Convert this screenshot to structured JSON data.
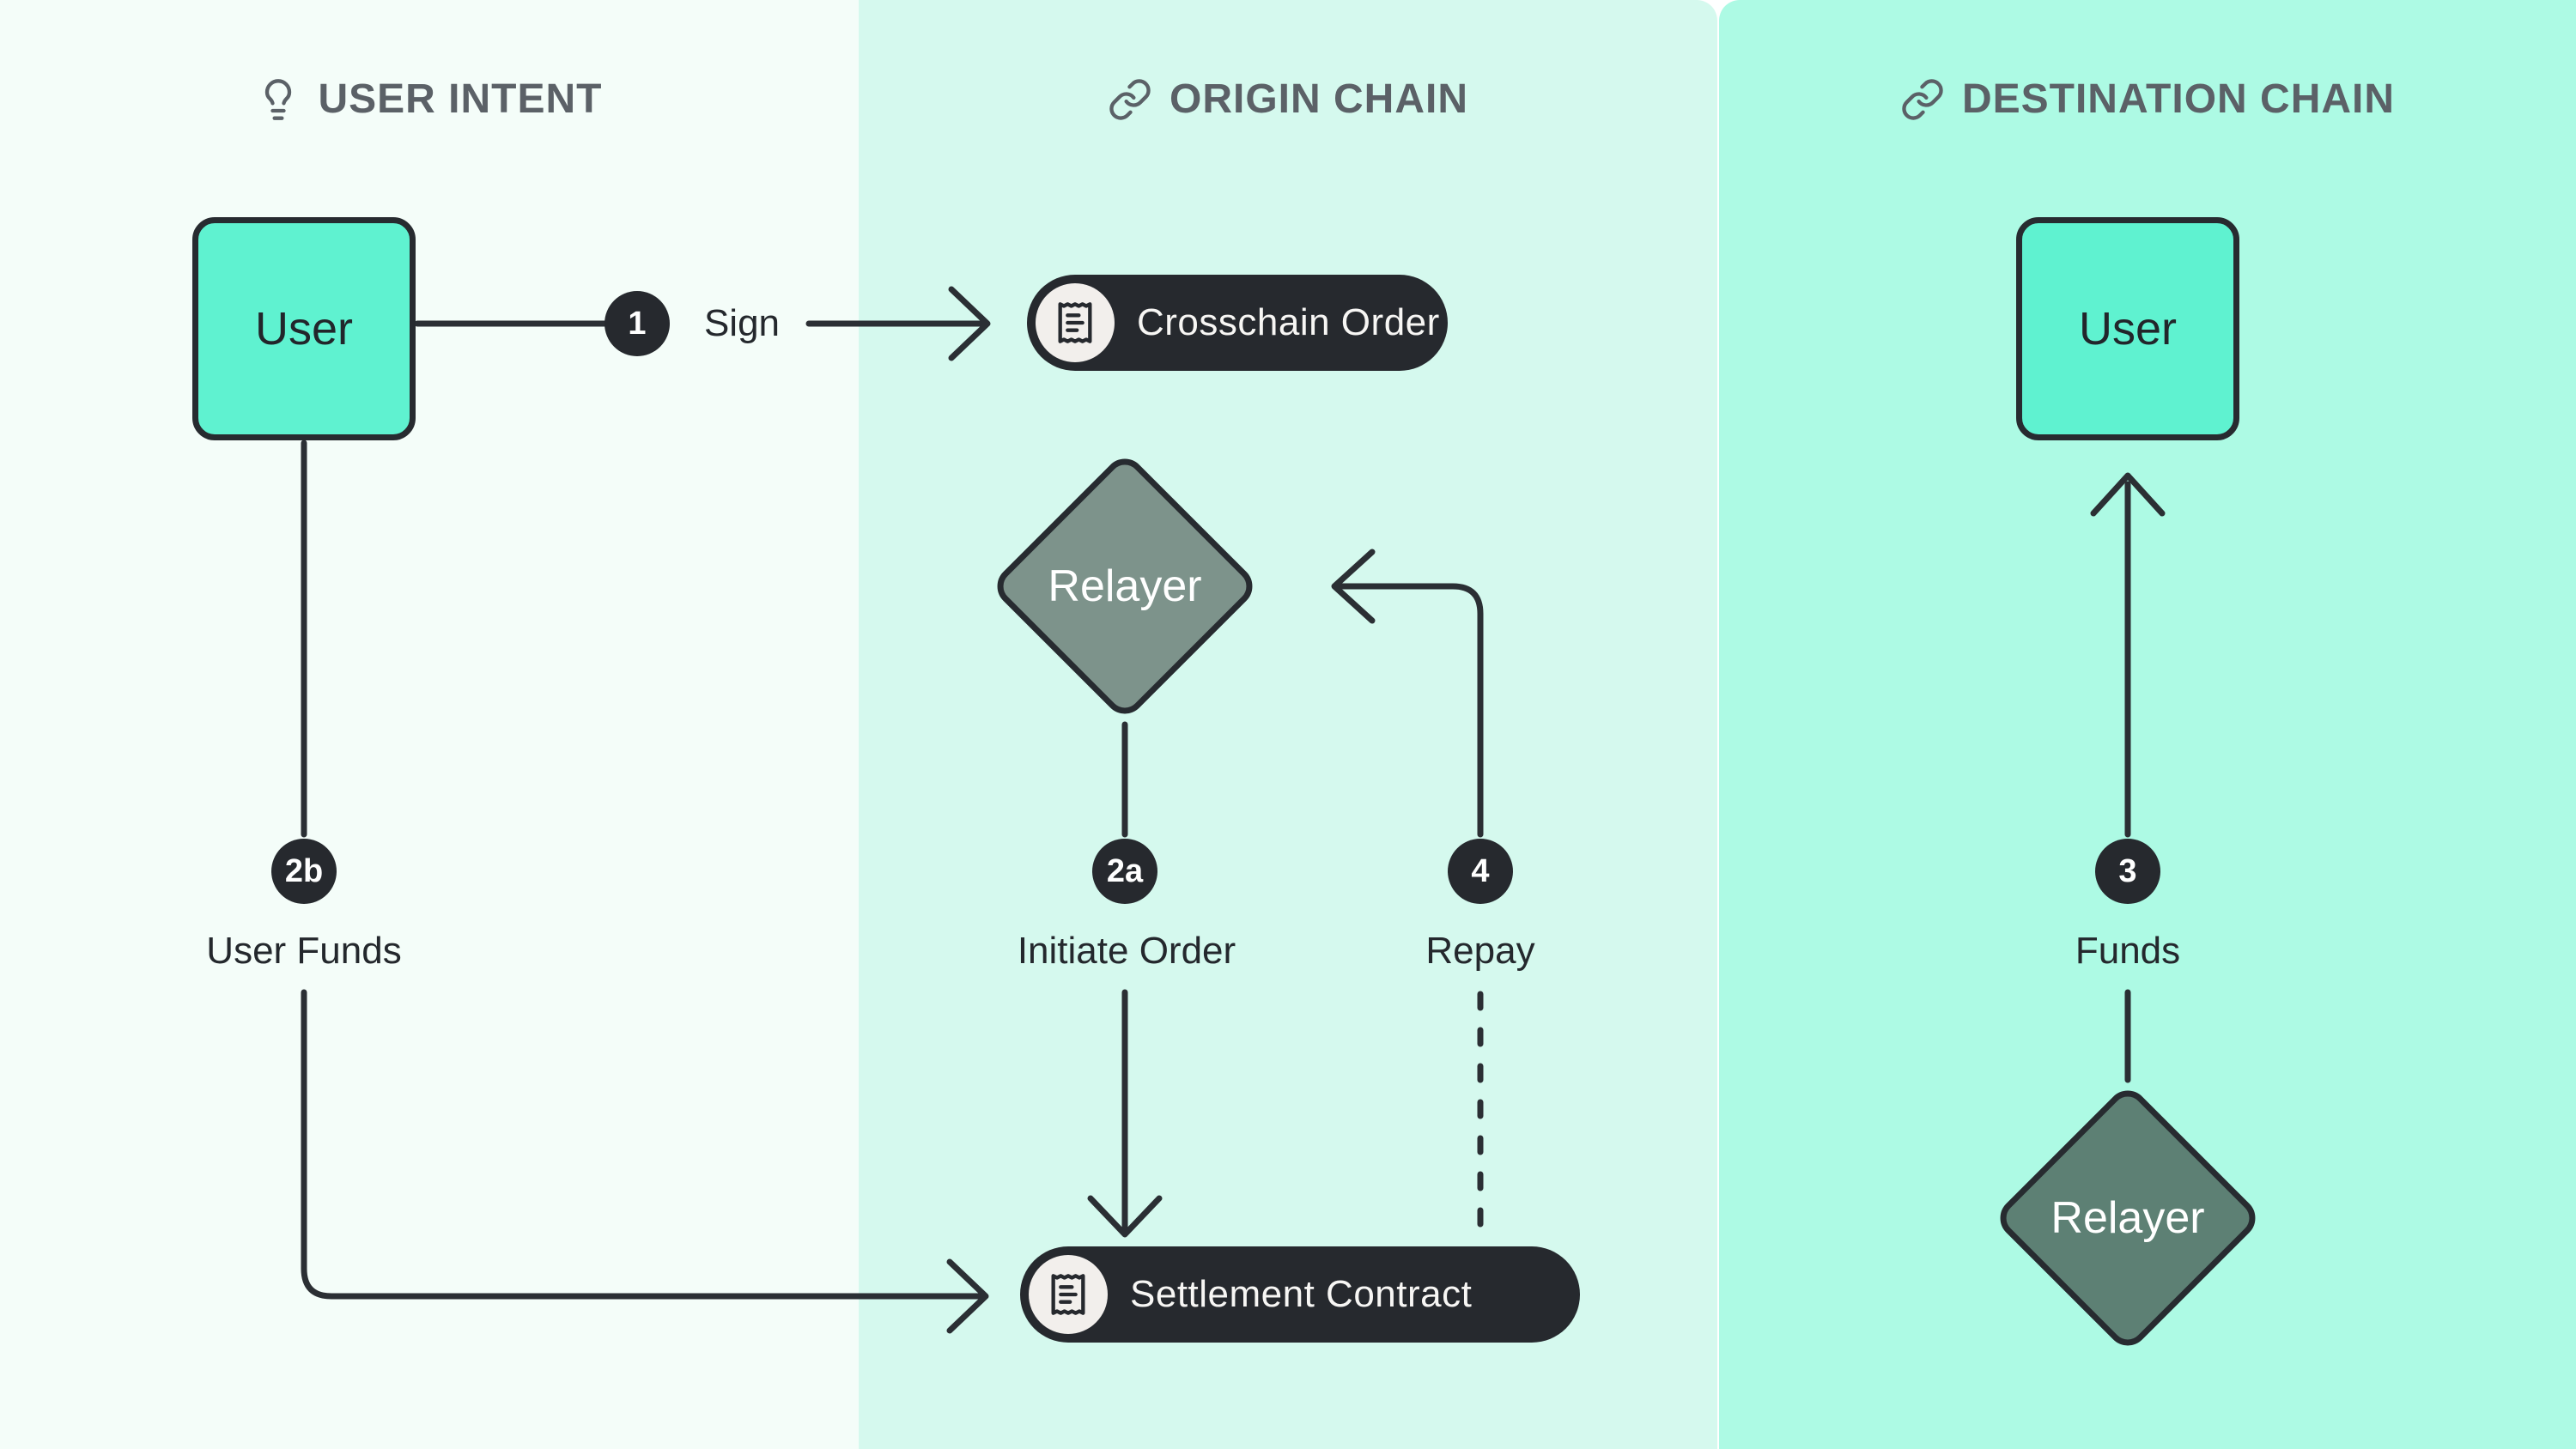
{
  "columns": [
    {
      "title": "USER INTENT",
      "icon": "lightbulb-icon",
      "bg": "#f4fdf9"
    },
    {
      "title": "ORIGIN CHAIN",
      "icon": "link-icon",
      "bg": "#d5f9ee"
    },
    {
      "title": "DESTINATION CHAIN",
      "icon": "link-icon",
      "bg": "#adfae4"
    }
  ],
  "nodes": {
    "user_origin": {
      "label": "User"
    },
    "user_destination": {
      "label": "User"
    },
    "relayer_origin": {
      "label": "Relayer"
    },
    "relayer_destination": {
      "label": "Relayer"
    },
    "crosschain_order": {
      "label": "Crosschain Order",
      "icon": "receipt-icon"
    },
    "settlement_contract": {
      "label": "Settlement Contract",
      "icon": "receipt-icon"
    }
  },
  "edges": {
    "sign": {
      "badge": "1",
      "label": "Sign",
      "from": "user_origin",
      "to": "crosschain_order",
      "style": "solid"
    },
    "user_funds": {
      "badge": "2b",
      "label": "User Funds",
      "from": "user_origin",
      "to": "settlement_contract",
      "style": "solid"
    },
    "initiate_order": {
      "badge": "2a",
      "label": "Initiate Order",
      "from": "relayer_origin",
      "to": "settlement_contract",
      "style": "solid"
    },
    "repay": {
      "badge": "4",
      "label": "Repay",
      "from": "settlement_contract",
      "to": "relayer_origin",
      "style": "dashed-then-solid"
    },
    "funds": {
      "badge": "3",
      "label": "Funds",
      "from": "relayer_destination",
      "to": "user_destination",
      "style": "solid"
    }
  },
  "colors": {
    "dark": "#26292e",
    "line": "#2b2f34",
    "mint_node": "#5ff2d0",
    "sage_origin": "#7d938b",
    "sage_destination": "#5d8074",
    "panel_user_intent": "#f4fdf9",
    "panel_origin": "#d5f9ee",
    "panel_destination": "#adfae4",
    "header_text": "#5b6167",
    "pill_icon_bg": "#f2efec"
  }
}
